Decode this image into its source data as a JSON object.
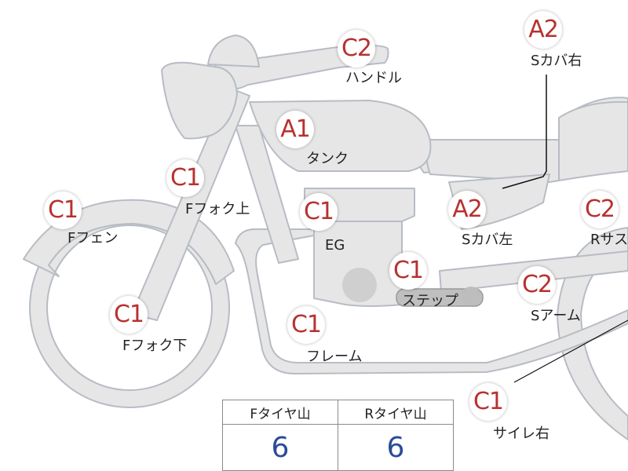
{
  "colors": {
    "grade_text": "#b8312f",
    "value_text": "#2a4b98",
    "part_fill": "#e6e6e6",
    "part_stroke": "#b7bcc4"
  },
  "parts": [
    {
      "id": "handle",
      "grade": "C2",
      "label": "ハンドル"
    },
    {
      "id": "scover-r",
      "grade": "A2",
      "label": "Sカバ右"
    },
    {
      "id": "tank",
      "grade": "A1",
      "label": "タンク"
    },
    {
      "id": "ffork-up",
      "grade": "C1",
      "label": "Fフォク上"
    },
    {
      "id": "ffender",
      "grade": "C1",
      "label": "Fフェン"
    },
    {
      "id": "engine",
      "grade": "C1",
      "label": "EG"
    },
    {
      "id": "scover-l",
      "grade": "A2",
      "label": "Sカバ左"
    },
    {
      "id": "rsus",
      "grade": "C2",
      "label": "Rサス"
    },
    {
      "id": "step",
      "grade": "C1",
      "label": "ステップ"
    },
    {
      "id": "ffork-low",
      "grade": "C1",
      "label": "Fフォク下"
    },
    {
      "id": "frame",
      "grade": "C1",
      "label": "フレーム"
    },
    {
      "id": "swingarm",
      "grade": "C2",
      "label": "Sアーム"
    },
    {
      "id": "muffler-r",
      "grade": "C1",
      "label": "サイレ右"
    }
  ],
  "tire_table": {
    "headers": [
      "Fタイヤ山",
      "Rタイヤ山"
    ],
    "values": [
      "6",
      "6"
    ]
  }
}
